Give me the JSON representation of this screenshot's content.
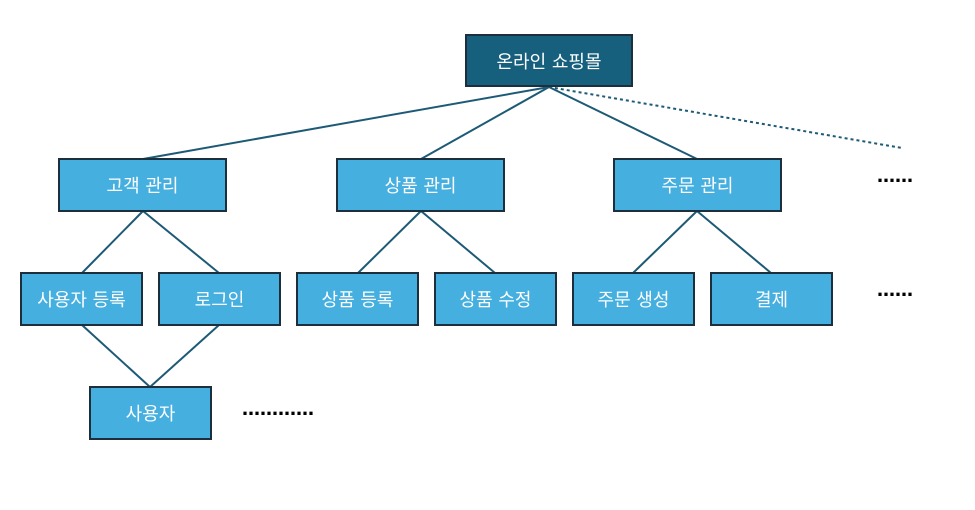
{
  "diagram": {
    "root": {
      "label": "온라인 쇼핑몰"
    },
    "categories": [
      {
        "label": "고객 관리"
      },
      {
        "label": "상품 관리"
      },
      {
        "label": "주문 관리"
      }
    ],
    "features": [
      {
        "label": "사용자 등록"
      },
      {
        "label": "로그인"
      },
      {
        "label": "상품 등록"
      },
      {
        "label": "상품 수정"
      },
      {
        "label": "주문 생성"
      },
      {
        "label": "결제"
      }
    ],
    "sub_feature": {
      "label": "사용자"
    },
    "more_categories": "……",
    "more_features": "……",
    "more_sub": "…………",
    "colors": {
      "root_fill": "#16607e",
      "node_fill": "#45afe0",
      "border": "#1d2f3d",
      "connector": "#1d5a76"
    }
  }
}
